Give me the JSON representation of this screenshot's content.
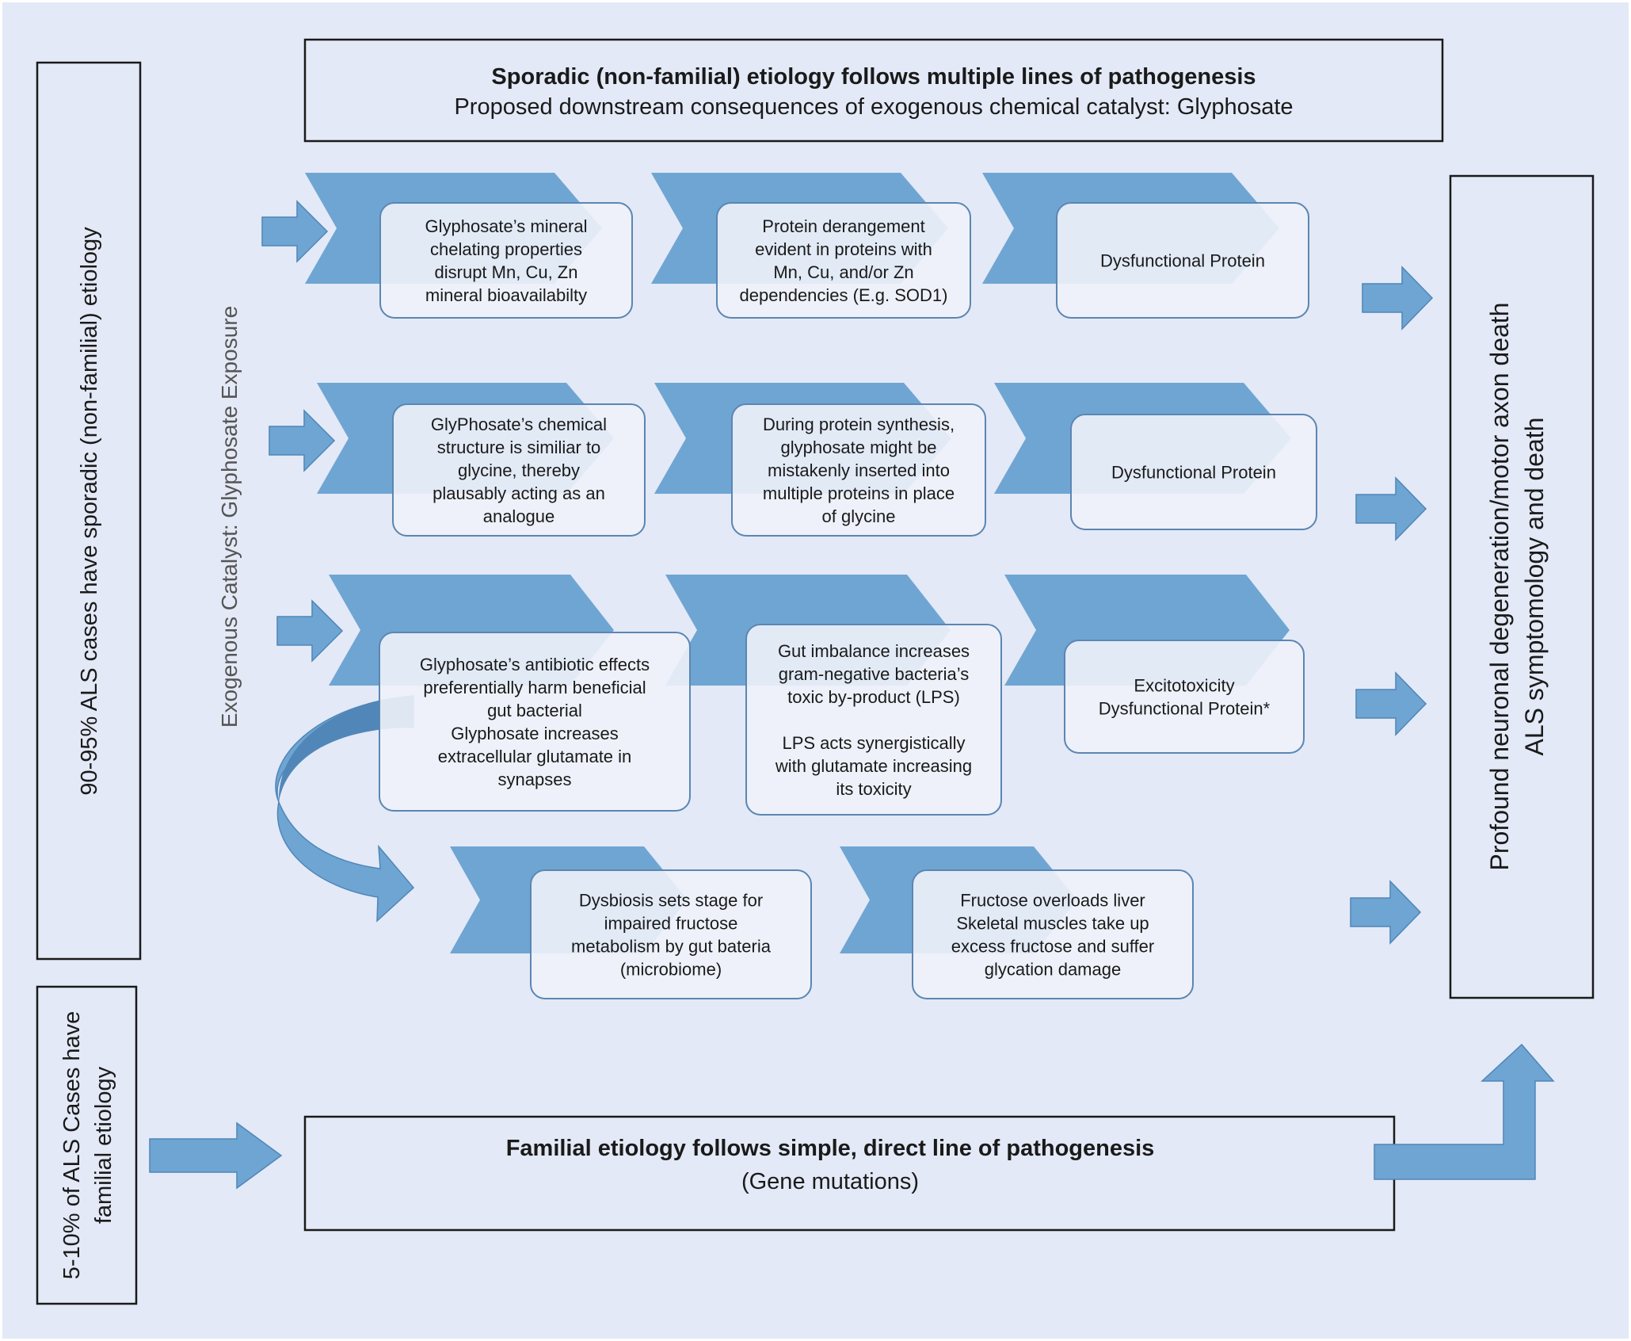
{
  "header": {
    "title": "Sporadic (non-familial) etiology follows multiple lines of pathogenesis",
    "subtitle": "Proposed downstream consequences of exogenous chemical catalyst: Glyphosate"
  },
  "left_sporadic_label": "90-95% ALS cases have sporadic (non-familial) etiology",
  "left_familial_label": [
    "5-10% of ALS Cases have",
    "familial etiology"
  ],
  "exogenous_label": "Exogenous Catalyst: Glyphosate Exposure",
  "outcome_label": [
    "Profound neuronal degeneration/motor axon death",
    "ALS symptomology and death"
  ],
  "familial_box": {
    "title": "Familial etiology follows simple, direct line of pathogenesis",
    "subtitle": "(Gene mutations)"
  },
  "rows": [
    {
      "boxes": [
        [
          "Glyphosate’s mineral",
          "chelating properties",
          "disrupt Mn, Cu, Zn",
          "mineral bioavailabilty"
        ],
        [
          "Protein derangement",
          "evident in proteins with",
          "Mn, Cu, and/or Zn",
          "dependencies (E.g. SOD1)"
        ],
        [
          "Dysfunctional Protein"
        ]
      ]
    },
    {
      "boxes": [
        [
          "GlyPhosate’s chemical",
          "structure is similiar to",
          "glycine, thereby",
          "plausably acting as an",
          "analogue"
        ],
        [
          "During protein synthesis,",
          "glyphosate might be",
          "mistakenly inserted into",
          "multiple proteins in place",
          "of glycine"
        ],
        [
          "Dysfunctional Protein"
        ]
      ]
    },
    {
      "boxes": [
        [
          "Glyphosate’s antibiotic effects",
          "preferentially harm beneficial",
          "gut bacterial",
          "Glyphosate increases",
          "extracellular glutamate in",
          "synapses"
        ],
        [
          "Gut imbalance increases",
          "gram-negative bacteria’s",
          "toxic by-product (LPS)",
          "",
          "LPS acts synergistically",
          "with glutamate increasing",
          "its toxicity"
        ],
        [
          "Excitotoxicity",
          "Dysfunctional Protein*"
        ]
      ]
    },
    {
      "boxes": [
        [
          "Dysbiosis sets stage for",
          "impaired fructose",
          "metabolism by gut bateria",
          "(microbiome)"
        ],
        [
          "Fructose overloads liver",
          "Skeletal muscles take up",
          "excess fructose and suffer",
          "glycation damage"
        ]
      ]
    }
  ],
  "colors": {
    "background": "#e3e9f6",
    "arrow_fill": "#6fa5d3",
    "arrow_stroke": "#4f86b8",
    "box_fill": "#eef2fa",
    "box_stroke": "#5b86b3",
    "frame_stroke": "#1a1a1a"
  }
}
